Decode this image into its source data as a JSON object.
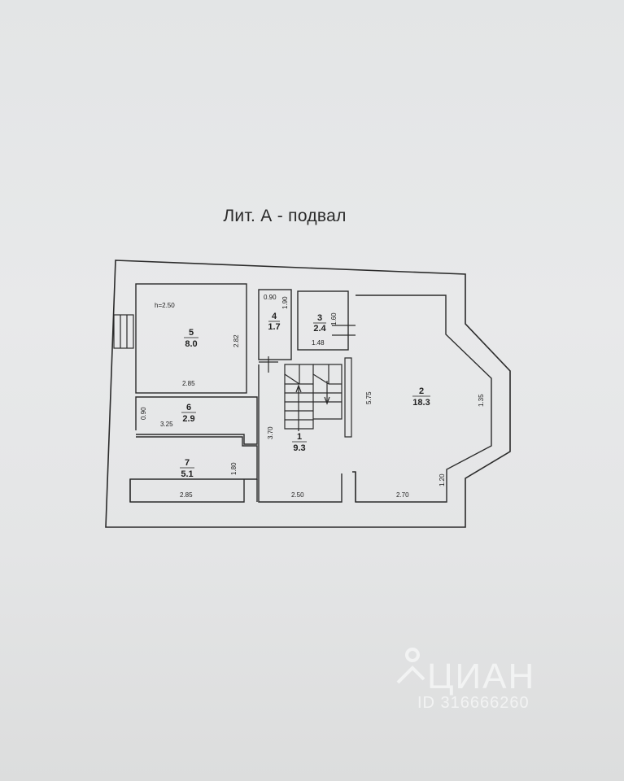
{
  "title": "Лит. А - подвал",
  "rooms": [
    {
      "number": "1",
      "area": "9.3"
    },
    {
      "number": "2",
      "area": "18.3"
    },
    {
      "number": "3",
      "area": "2.4"
    },
    {
      "number": "4",
      "area": "1.7"
    },
    {
      "number": "5",
      "area": "8.0"
    },
    {
      "number": "6",
      "area": "2.9"
    },
    {
      "number": "7",
      "area": "5.1"
    }
  ],
  "ceiling_height": "h=2.50",
  "dimensions": {
    "r5_width": "2.85",
    "r5_height": "2.82",
    "r4_width": "0.90",
    "r4_height": "1.90",
    "r3_height": "1.60",
    "r3_width": "1.48",
    "r2_height": "5.75",
    "r2_bay_top": "1.35",
    "r2_bay_bottom": "1.20",
    "r2_width": "2.70",
    "r6_height": "0.90",
    "r6_width": "3.25",
    "r1_height": "3.70",
    "r1_width": "2.50",
    "r7_height": "1.80",
    "r7_width": "2.85"
  },
  "watermark": {
    "brand": "ЦИАН",
    "id": "ID 316666260"
  }
}
